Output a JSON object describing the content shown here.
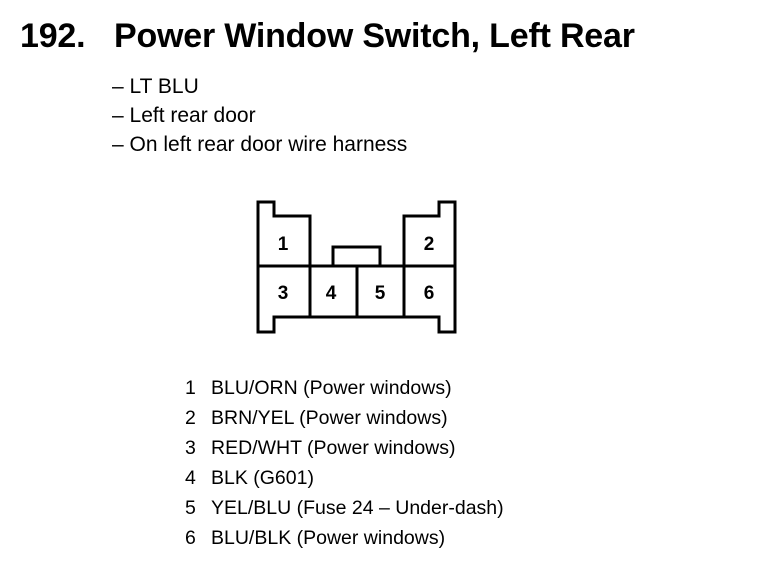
{
  "section": {
    "number": "192.",
    "title": "Power Window Switch, Left Rear"
  },
  "details": [
    "– LT BLU",
    "– Left rear door",
    "– On left rear door wire harness"
  ],
  "connector": {
    "pins": [
      "1",
      "2",
      "3",
      "4",
      "5",
      "6"
    ]
  },
  "pin_list": [
    {
      "pin": "1",
      "desc": "BLU/ORN (Power windows)"
    },
    {
      "pin": "2",
      "desc": "BRN/YEL (Power windows)"
    },
    {
      "pin": "3",
      "desc": "RED/WHT (Power windows)"
    },
    {
      "pin": "4",
      "desc": "BLK (G601)"
    },
    {
      "pin": "5",
      "desc": "YEL/BLU (Fuse 24 – Under-dash)"
    },
    {
      "pin": "6",
      "desc": "BLU/BLK (Power windows)"
    }
  ]
}
